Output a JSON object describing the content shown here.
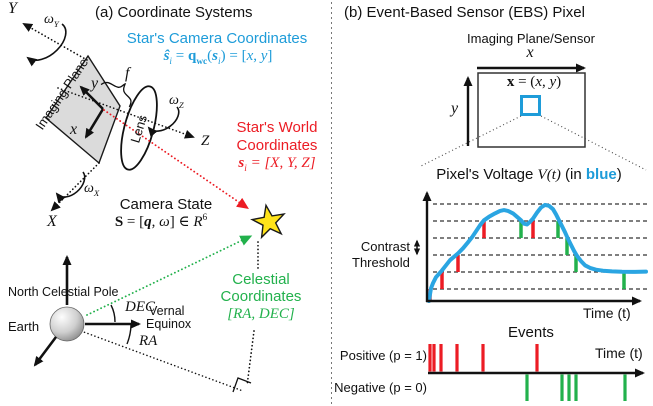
{
  "panel_a": {
    "title": "(a) Coordinate Systems",
    "camera_coords": {
      "heading": "Star's Camera Coordinates",
      "color": "#1E9CD9",
      "formula": [
        "ŝ",
        "i",
        " = ",
        "q",
        "wc",
        "(",
        "s",
        "i",
        ") = [",
        "x",
        ", ",
        "y",
        "]"
      ]
    },
    "world_coords": {
      "color": "#EC1C24",
      "line1": "Star's World",
      "line2": "Coordinates",
      "formula": [
        "s",
        "i",
        " = [X, Y, Z]"
      ]
    },
    "camera_state": {
      "line1": "Camera State",
      "formula": [
        "S",
        " = [",
        "q",
        ", ",
        "ω",
        "] ∈ ",
        "R",
        "6"
      ]
    },
    "celestial": {
      "color": "#22B14C",
      "line1": "Celestial",
      "line2": "Coordinates",
      "formula": "[RA, DEC]"
    },
    "labels": {
      "axis_Y": "Y",
      "axis_X": "X",
      "axis_Z": "Z",
      "omega": "ω",
      "omega_sub_x": "X",
      "omega_sub_y": "Y",
      "omega_sub_z": "Z",
      "imaging_plane": "Imaging Plane",
      "lens": "Lens",
      "focal_length": "f",
      "cam_axis_x": "x",
      "cam_axis_y": "y",
      "north_pole": "North Celestial Pole",
      "earth": "Earth",
      "vernal_line1": "Vernal",
      "vernal_line2": "Equinox",
      "dec": "DEC",
      "ra": "RA"
    }
  },
  "panel_b": {
    "title": "(b) Event-Based Sensor (EBS) Pixel",
    "sensor": {
      "label": "Imaging Plane/Sensor",
      "axis_x": "x",
      "axis_y": "y",
      "pixel_formula": [
        "x",
        " = (",
        "x",
        ", ",
        "y",
        ")"
      ],
      "pixel_color": "#1E9CD9"
    },
    "voltage": {
      "heading": [
        "Pixel's Voltage ",
        "V(t)",
        " (in ",
        "blue",
        ")"
      ],
      "contrast": "Contrast",
      "threshold": "Threshold",
      "time_label": "Time (t)"
    },
    "events": {
      "heading": "Events",
      "positive_label": "Positive (p = 1)",
      "negative_label": "Negative (p = 0)",
      "time_label": "Time (t)"
    }
  },
  "chart_data": {
    "voltage_plot": {
      "type": "line",
      "title": "Pixel's Voltage V(t) (in blue)",
      "xlabel": "Time (t)",
      "ylabel": "V(t)",
      "grid": "horizontal dashed contrast-threshold lines",
      "num_threshold_lines": 6,
      "line_color": "#2AA5E2",
      "positive_color": "#EC1C24",
      "negative_color": "#22B14C",
      "curve": [
        [
          1,
          0
        ],
        [
          2,
          0.4
        ],
        [
          3,
          0.75
        ],
        [
          5,
          1.05
        ],
        [
          8,
          1.4
        ],
        [
          11,
          1.6
        ],
        [
          14,
          1.8
        ],
        [
          18,
          2.1
        ],
        [
          22,
          2.4
        ],
        [
          26,
          2.6
        ],
        [
          30,
          2.8
        ],
        [
          35,
          3.1
        ],
        [
          40,
          3.45
        ],
        [
          44,
          3.75
        ],
        [
          48,
          4.1
        ],
        [
          52,
          4.45
        ],
        [
          56,
          4.75
        ],
        [
          61,
          4.95
        ],
        [
          67,
          5.15
        ],
        [
          72,
          5.3
        ],
        [
          76,
          5.35
        ],
        [
          80,
          5.3
        ],
        [
          85,
          5.15
        ],
        [
          89,
          4.95
        ],
        [
          93,
          4.75
        ],
        [
          96,
          4.55
        ],
        [
          99,
          4.5
        ],
        [
          102,
          4.65
        ],
        [
          105,
          4.85
        ],
        [
          109,
          5.2
        ],
        [
          113,
          5.5
        ],
        [
          117,
          5.65
        ],
        [
          121,
          5.6
        ],
        [
          125,
          5.4
        ],
        [
          128,
          5.1
        ],
        [
          131,
          4.75
        ],
        [
          134,
          4.4
        ],
        [
          137,
          4.05
        ],
        [
          140,
          3.65
        ],
        [
          143,
          3.3
        ],
        [
          146,
          2.95
        ],
        [
          149,
          2.65
        ],
        [
          153,
          2.35
        ],
        [
          157,
          2.1
        ],
        [
          162,
          1.95
        ],
        [
          168,
          1.84
        ],
        [
          175,
          1.78
        ],
        [
          184,
          1.74
        ],
        [
          194,
          1.72
        ],
        [
          205,
          1.71
        ],
        [
          218,
          1.73
        ]
      ],
      "positive_ticks": [
        {
          "t": 2,
          "level": 1
        },
        {
          "t": 14,
          "level": 2
        },
        {
          "t": 30,
          "level": 3
        },
        {
          "t": 56,
          "level": 5
        },
        {
          "t": 105,
          "level": 5
        }
      ],
      "negative_ticks": [
        {
          "t": 93,
          "level": 5
        },
        {
          "t": 130,
          "level": 5
        },
        {
          "t": 139,
          "level": 4
        },
        {
          "t": 148,
          "level": 3
        },
        {
          "t": 196,
          "level": 2
        }
      ]
    },
    "events_plot": {
      "type": "event-raster",
      "title": "Events",
      "xlabel": "Time (t)",
      "positive_events_t": [
        2,
        6,
        13,
        29,
        55,
        109
      ],
      "negative_events_t": [
        99,
        134,
        141,
        148,
        197
      ]
    }
  }
}
